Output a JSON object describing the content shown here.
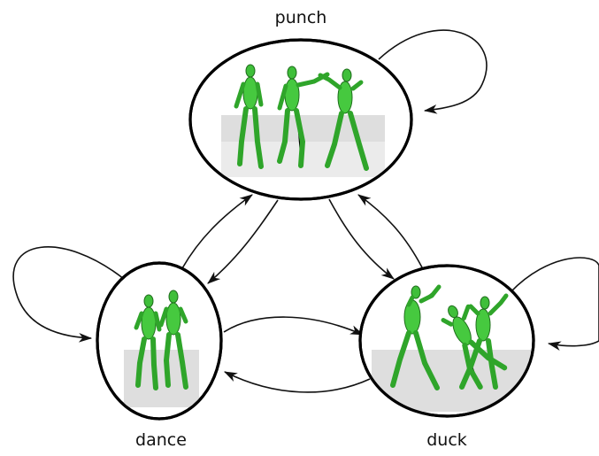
{
  "states": [
    {
      "id": "punch",
      "label": "punch",
      "figure_count": 3
    },
    {
      "id": "dance",
      "label": "dance",
      "figure_count": 2
    },
    {
      "id": "duck",
      "label": "duck",
      "figure_count": 3
    }
  ],
  "transitions": [
    {
      "from": "punch",
      "to": "punch"
    },
    {
      "from": "dance",
      "to": "dance"
    },
    {
      "from": "duck",
      "to": "duck"
    },
    {
      "from": "dance",
      "to": "punch"
    },
    {
      "from": "punch",
      "to": "dance"
    },
    {
      "from": "punch",
      "to": "duck"
    },
    {
      "from": "duck",
      "to": "punch"
    },
    {
      "from": "dance",
      "to": "duck"
    },
    {
      "from": "duck",
      "to": "dance"
    }
  ],
  "colors": {
    "figure_green": "#3fbf3a",
    "figure_dark": "#1f6e1c",
    "floor_grey": "#dedede",
    "stroke": "#111111"
  }
}
